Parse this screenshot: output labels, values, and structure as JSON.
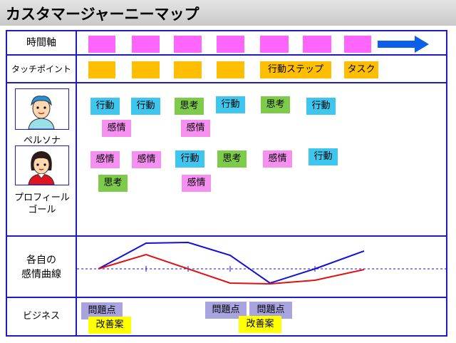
{
  "title": "カスタマージャーニーマップ",
  "rows": {
    "timeline": "時間軸",
    "touchpoint": "タッチポイント",
    "persona": "ペルソナ",
    "profile_line1": "プロフィール",
    "profile_line2": "ゴール",
    "emotion_line1": "各自の",
    "emotion_line2": "感情曲線",
    "business": "ビジネス"
  },
  "touchpoint_labels": {
    "step": "行動ステップ",
    "task": "タスク"
  },
  "notes": {
    "a1": "行動",
    "a2": "行動",
    "t1": "思考",
    "a3": "行動",
    "t2": "思考",
    "a4": "行動",
    "e1": "感情",
    "e2": "感情",
    "e3": "感情",
    "e4": "感情",
    "a5": "行動",
    "t3": "思考",
    "e5": "感情",
    "a6": "行動",
    "t4": "思考",
    "e6": "感情"
  },
  "business": {
    "problem": "問題点",
    "improvement": "改善案"
  },
  "colors": {
    "frame": "#1c1cc8",
    "timeline_block": "#ff66ff",
    "touchpoint_block": "#ffbf00",
    "action": "#3fc6ee",
    "emotion": "#f690f0",
    "thought": "#7ecb4c",
    "problem": "#a8a4e0",
    "improvement": "#ffff00",
    "curve_blue": "#1010dd",
    "curve_red": "#e01010"
  }
}
